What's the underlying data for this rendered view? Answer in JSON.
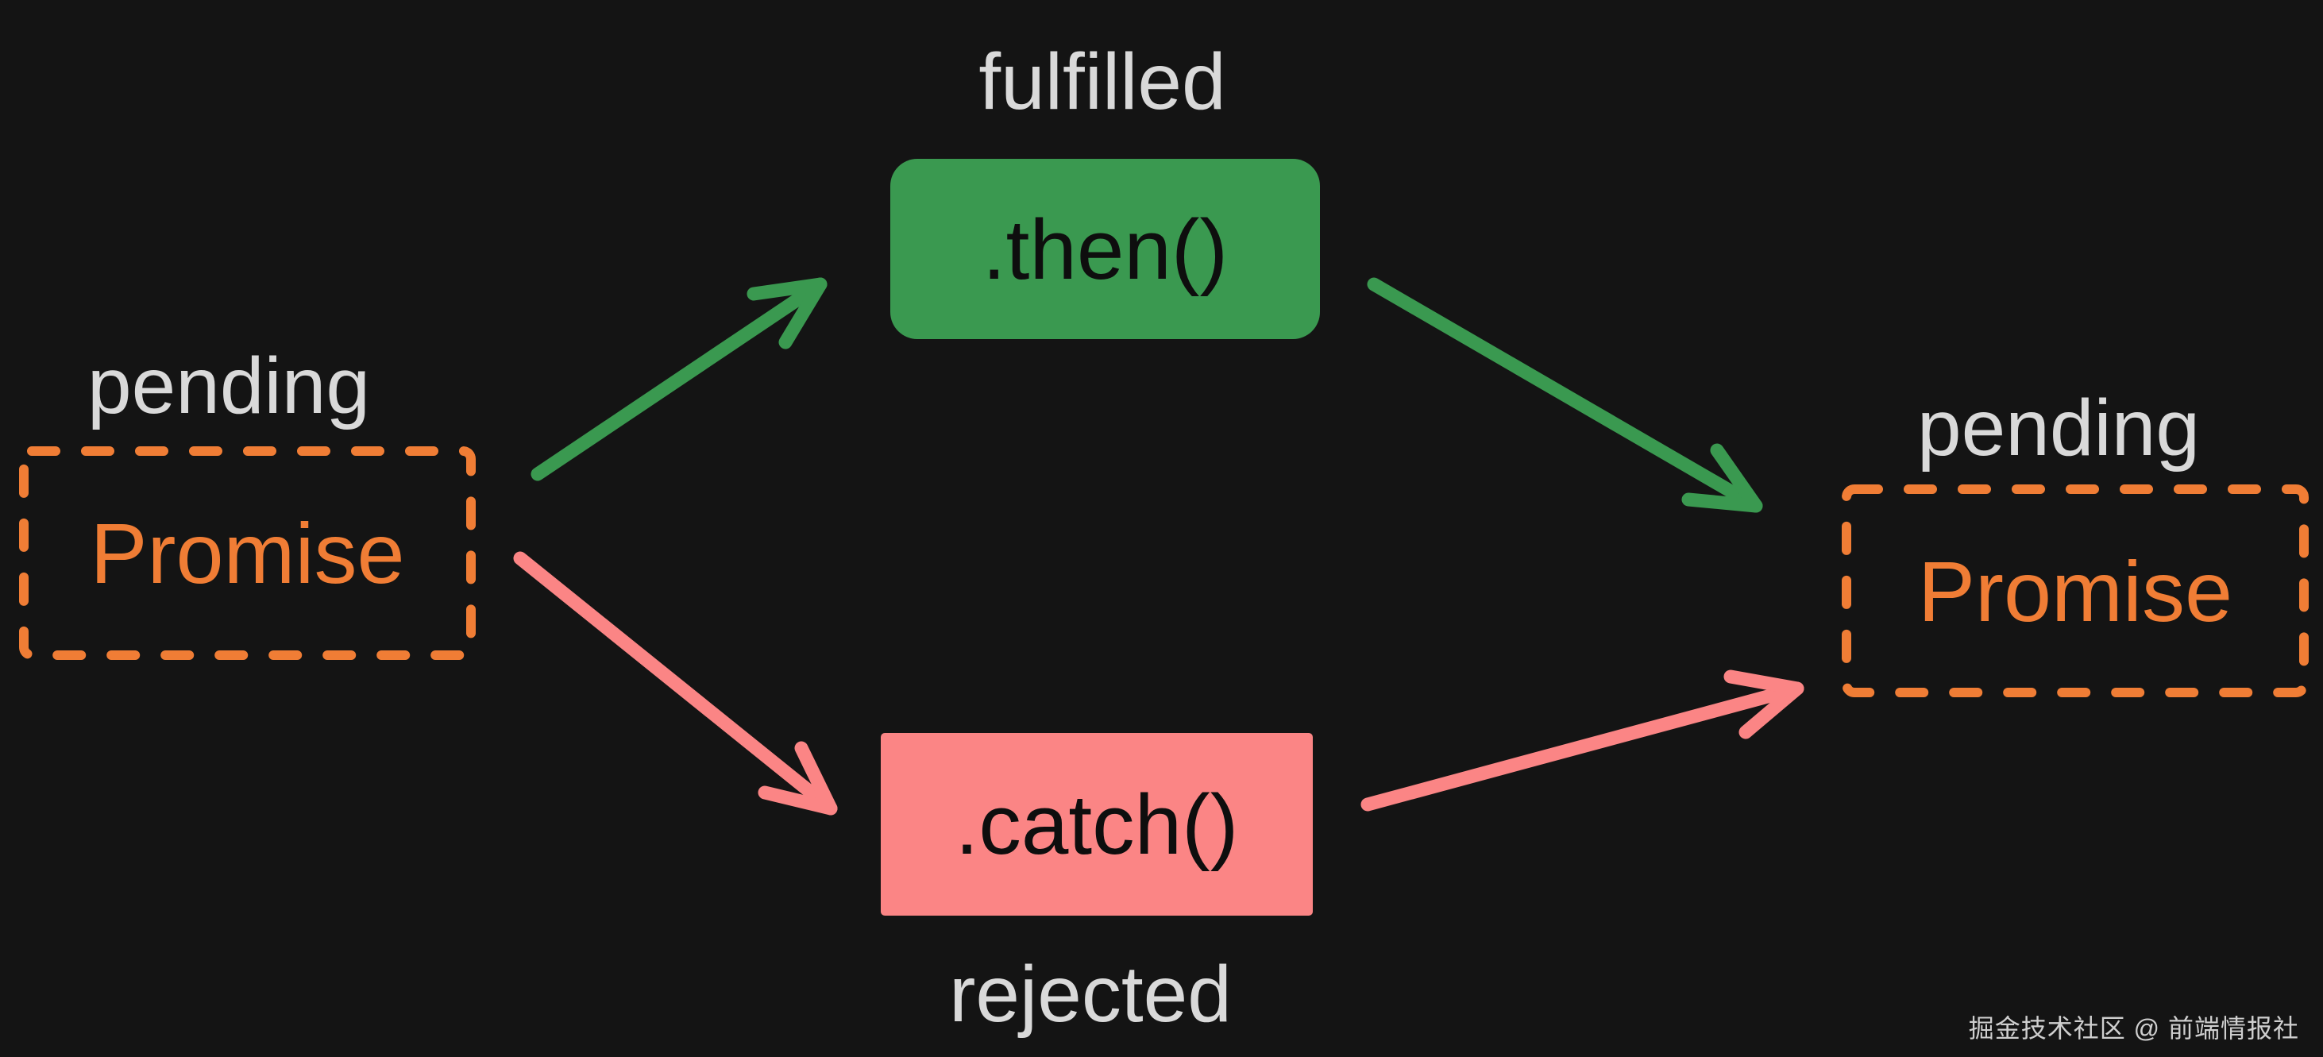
{
  "diagram": {
    "source_promise": {
      "state": "pending",
      "label": "Promise"
    },
    "then_box": {
      "state": "fulfilled",
      "label": ".then()"
    },
    "catch_box": {
      "state": "rejected",
      "label": ".catch()"
    },
    "result_promise": {
      "state": "pending",
      "label": "Promise"
    }
  },
  "watermark": "掘金技术社区 @ 前端情报社",
  "colors": {
    "background": "#141414",
    "green": "#3a9950",
    "pink": "#fb8585",
    "orange": "#f07d35",
    "state_text": "#d9d9d9",
    "method_text": "#0e0e0e",
    "watermark_text": "#cfcfcf"
  }
}
